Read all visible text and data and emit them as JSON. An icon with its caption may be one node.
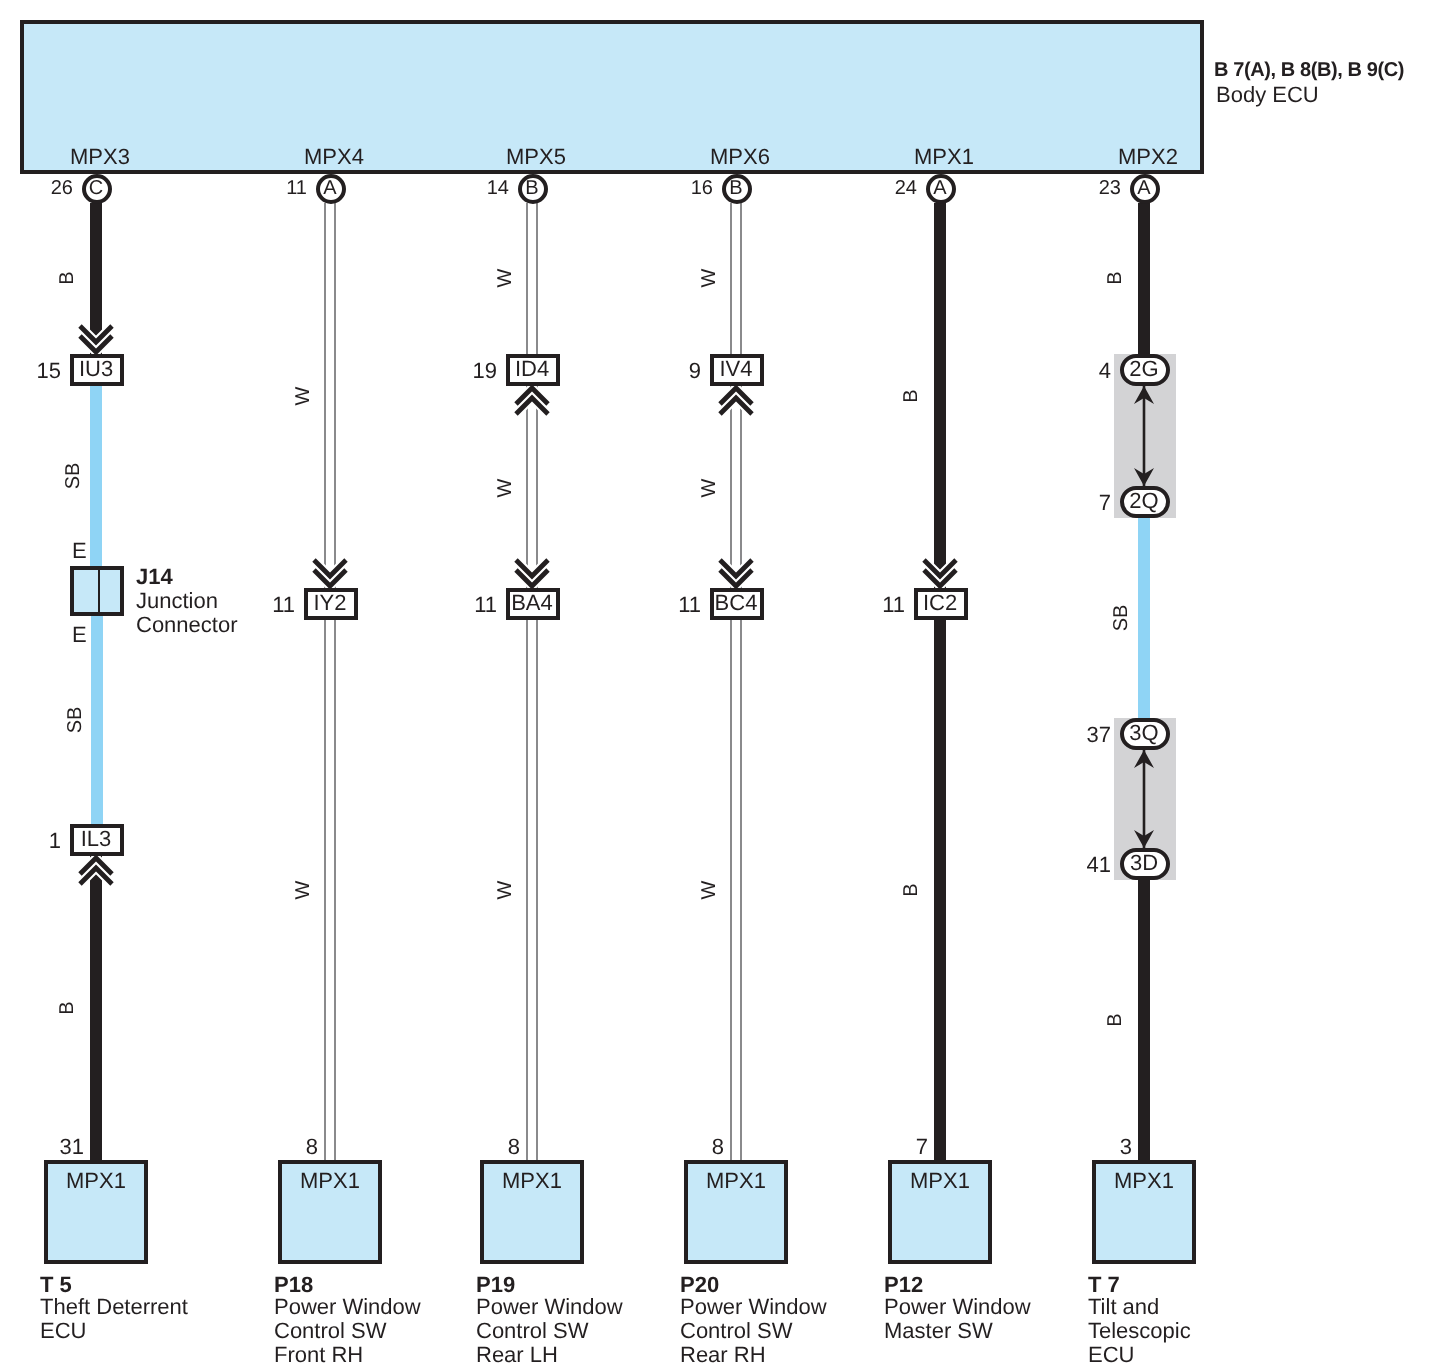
{
  "diagram": {
    "nodes": [
      {
        "text": [
          "B 7(A), B 8(B), B 9(C)",
          "Body ECU",
          "MPX3",
          "MPX4",
          "MPX5",
          "MPX6",
          "MPX1",
          "MPX2"
        ]
      },
      {
        "text": [
          "C"
        ],
        "beside": [
          "26"
        ]
      },
      {
        "text": [
          "A"
        ],
        "beside": [
          "11"
        ]
      },
      {
        "text": [
          "B"
        ],
        "beside": [
          "14"
        ]
      },
      {
        "text": [
          "B"
        ],
        "beside": [
          "16"
        ]
      },
      {
        "text": [
          "A"
        ],
        "beside": [
          "24"
        ]
      },
      {
        "text": [
          "A"
        ],
        "beside": [
          "23"
        ]
      },
      {
        "text": [
          "IU3"
        ],
        "beside": [
          "15"
        ]
      },
      {
        "text": [
          "J14",
          "Junction Connector"
        ],
        "beside": [
          "E",
          "E"
        ]
      },
      {
        "text": [
          "IL3"
        ],
        "beside": [
          "1"
        ]
      },
      {
        "text": [
          "MPX1",
          "T 5",
          "Theft Deterrent ECU"
        ],
        "beside": [
          "31"
        ]
      },
      {
        "text": [
          "IY2"
        ],
        "beside": [
          "11"
        ]
      },
      {
        "text": [
          "MPX1",
          "P18",
          "Power Window Control SW Front RH"
        ],
        "beside": [
          "8"
        ]
      },
      {
        "text": [
          "ID4"
        ],
        "beside": [
          "19"
        ]
      },
      {
        "text": [
          "BA4"
        ],
        "beside": [
          "11"
        ]
      },
      {
        "text": [
          "MPX1",
          "P19",
          "Power Window Control SW Rear LH"
        ],
        "beside": [
          "8"
        ]
      },
      {
        "text": [
          "IV4"
        ],
        "beside": [
          "9"
        ]
      },
      {
        "text": [
          "BC4"
        ],
        "beside": [
          "11"
        ]
      },
      {
        "text": [
          "MPX1",
          "P20",
          "Power Window Control SW Rear RH"
        ],
        "beside": [
          "8"
        ]
      },
      {
        "text": [
          "IC2"
        ],
        "beside": [
          "11"
        ]
      },
      {
        "text": [
          "MPX1",
          "P12",
          "Power Window Master SW"
        ],
        "beside": [
          "7"
        ]
      },
      {
        "text": [],
        "shape": "box"
      },
      {
        "text": [
          "2G"
        ],
        "in": 21,
        "beside": [
          "4"
        ]
      },
      {
        "text": [
          "2Q"
        ],
        "in": 21,
        "beside": [
          "7"
        ]
      },
      {
        "text": [],
        "shape": "box"
      },
      {
        "text": [
          "3Q"
        ],
        "in": 24,
        "beside": [
          "37"
        ]
      },
      {
        "text": [
          "3D"
        ],
        "in": 24,
        "beside": [
          "41"
        ]
      },
      {
        "text": [
          "MPX1",
          "T 7",
          "Tilt and Telescopic ECU"
        ],
        "beside": [
          "3"
        ]
      }
    ],
    "edges": [
      {
        "from": 1,
        "to": 7,
        "arrow": "to",
        "label": "B",
        "color": "#231f20"
      },
      {
        "from": 7,
        "to": 8,
        "arrow": "none",
        "label": "SB",
        "color": "#8fd4f5"
      },
      {
        "from": 8,
        "to": 9,
        "arrow": "none",
        "label": "SB",
        "color": "#8fd4f5"
      },
      {
        "from": 10,
        "to": 9,
        "arrow": "to",
        "label": "B",
        "color": "#231f20"
      },
      {
        "from": 2,
        "to": 11,
        "arrow": "to",
        "label": "W",
        "color": "#ffffff"
      },
      {
        "from": 11,
        "to": 12,
        "arrow": "none",
        "label": "W",
        "color": "#ffffff"
      },
      {
        "from": 3,
        "to": 13,
        "arrow": "none",
        "label": "W",
        "color": "#ffffff"
      },
      {
        "from": 13,
        "to": 14,
        "arrow": "both",
        "label": "W",
        "color": "#ffffff"
      },
      {
        "from": 14,
        "to": 15,
        "arrow": "none",
        "label": "W",
        "color": "#ffffff"
      },
      {
        "from": 4,
        "to": 16,
        "arrow": "none",
        "label": "W",
        "color": "#ffffff"
      },
      {
        "from": 16,
        "to": 17,
        "arrow": "both",
        "label": "W",
        "color": "#ffffff"
      },
      {
        "from": 17,
        "to": 18,
        "arrow": "none",
        "label": "W",
        "color": "#ffffff"
      },
      {
        "from": 5,
        "to": 19,
        "arrow": "to",
        "label": "B",
        "color": "#231f20"
      },
      {
        "from": 19,
        "to": 20,
        "arrow": "none",
        "label": "B",
        "color": "#231f20"
      },
      {
        "from": 6,
        "to": 22,
        "arrow": "none",
        "label": "B",
        "color": "#231f20"
      },
      {
        "from": 22,
        "to": 23,
        "arrow": "both"
      },
      {
        "from": 23,
        "to": 25,
        "arrow": "none",
        "label": "SB",
        "color": "#8fd4f5"
      },
      {
        "from": 25,
        "to": 26,
        "arrow": "both"
      },
      {
        "from": 26,
        "to": 27,
        "arrow": "none",
        "label": "B",
        "color": "#231f20"
      }
    ]
  }
}
